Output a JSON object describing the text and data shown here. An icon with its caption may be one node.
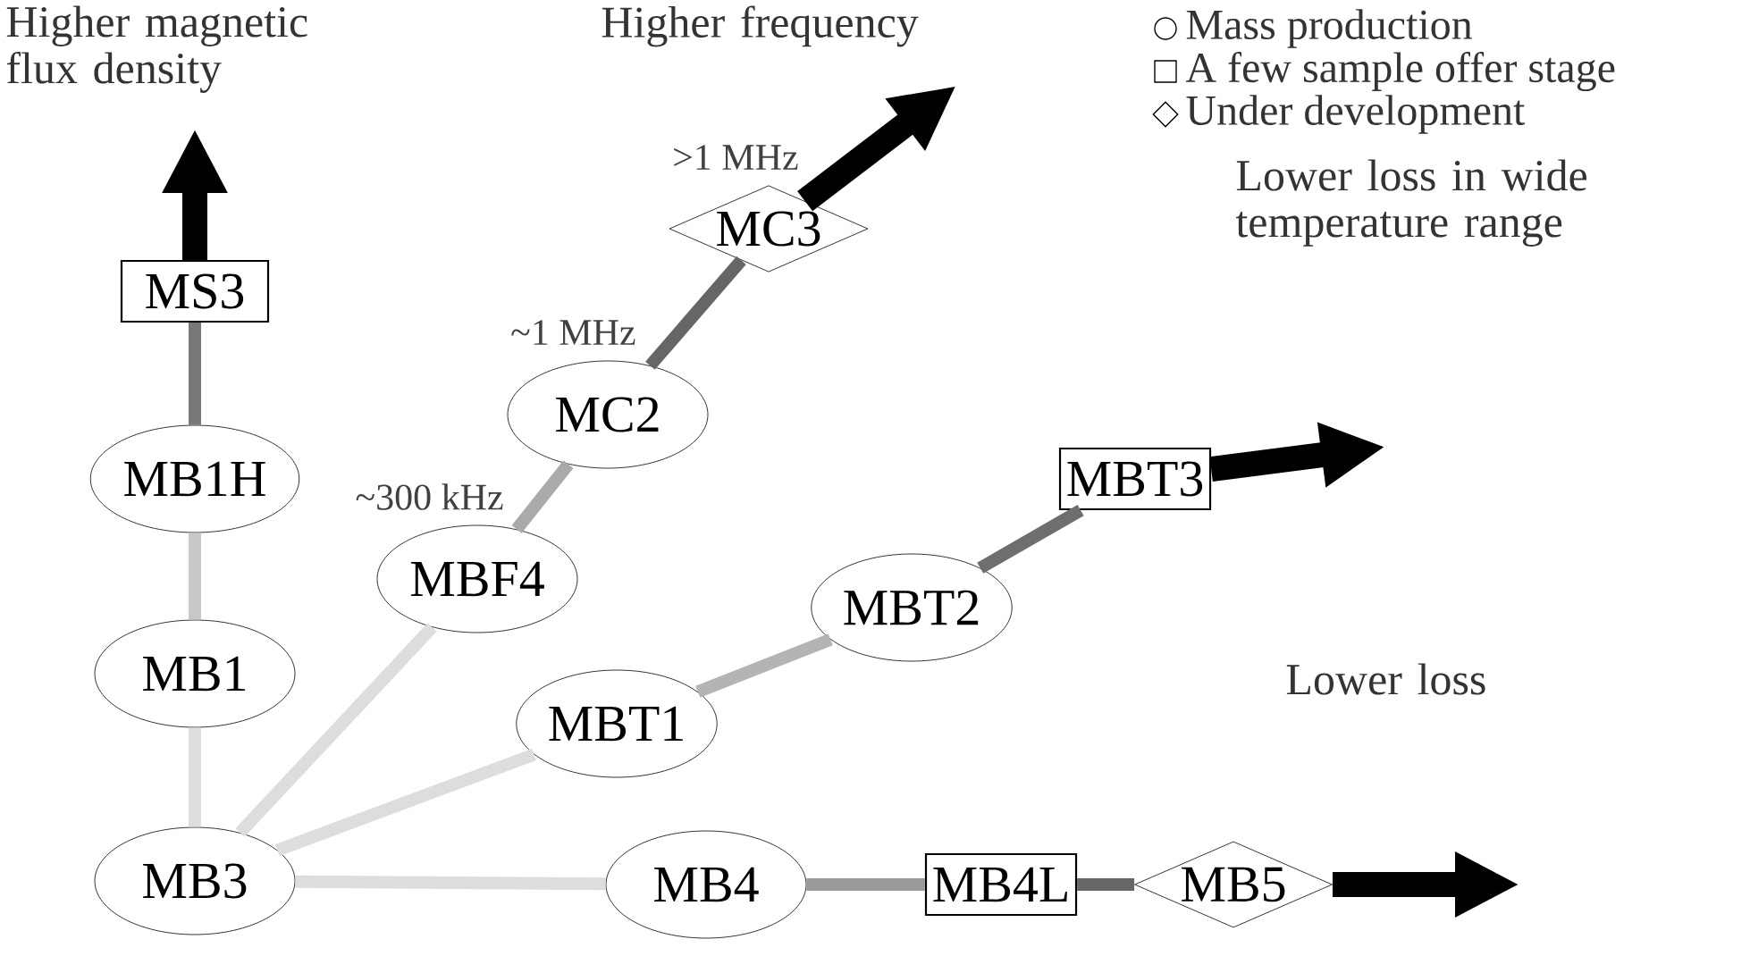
{
  "diagram": {
    "nodes": [
      {
        "text": [
          "MS3"
        ]
      },
      {
        "text": [
          "MB1H"
        ]
      },
      {
        "text": [
          "MB1"
        ]
      },
      {
        "text": [
          "MB3"
        ]
      },
      {
        "text": [
          "MBF4"
        ],
        "beside": [
          "~300 kHz"
        ]
      },
      {
        "text": [
          "MC2"
        ],
        "beside": [
          "~1 MHz"
        ]
      },
      {
        "text": [
          "MC3"
        ],
        "beside": [
          ">1 MHz"
        ]
      },
      {
        "text": [
          "MBT1"
        ]
      },
      {
        "text": [
          "MBT2"
        ]
      },
      {
        "text": [
          "MBT3"
        ]
      },
      {
        "text": [
          "MB4"
        ]
      },
      {
        "text": [
          "MB4L"
        ]
      },
      {
        "text": [
          "MB5"
        ]
      }
    ],
    "edges": [
      {
        "from": 3,
        "to": 2,
        "arrow": "none"
      },
      {
        "from": 2,
        "to": 1,
        "arrow": "none",
        "color": "#c8c8c8"
      },
      {
        "from": 1,
        "to": 0,
        "arrow": "none",
        "color": "#777777"
      },
      {
        "from": 0,
        "to": null,
        "arrow": "to",
        "style": "thick",
        "color": "#000000"
      },
      {
        "from": 3,
        "to": 4,
        "arrow": "none"
      },
      {
        "from": 4,
        "to": 5,
        "arrow": "none",
        "color": "#aaaaaa"
      },
      {
        "from": 5,
        "to": 6,
        "arrow": "none",
        "color": "#666666"
      },
      {
        "from": 6,
        "to": null,
        "arrow": "to",
        "style": "thick",
        "color": "#000000"
      },
      {
        "from": 3,
        "to": 7,
        "arrow": "none"
      },
      {
        "from": 7,
        "to": 8,
        "arrow": "none",
        "color": "#b4b4b4"
      },
      {
        "from": 8,
        "to": 9,
        "arrow": "none",
        "color": "#6e6e6e"
      },
      {
        "from": 9,
        "to": null,
        "arrow": "to",
        "style": "thick",
        "color": "#000000"
      },
      {
        "from": 3,
        "to": 10,
        "arrow": "none"
      },
      {
        "from": 10,
        "to": 11,
        "arrow": "none",
        "color": "#999999"
      },
      {
        "from": 11,
        "to": 12,
        "arrow": "none",
        "color": "#666666"
      },
      {
        "from": 12,
        "to": null,
        "arrow": "to",
        "style": "thick",
        "color": "#000000"
      }
    ],
    "labels": [
      "Higher magnetic flux density",
      "Higher frequency",
      "Lower loss in wide temperature range",
      "Lower loss"
    ],
    "legend": [
      {
        "text": "Mass production"
      },
      {
        "text": "A few sample offer stage"
      },
      {
        "text": "Under development"
      }
    ]
  }
}
